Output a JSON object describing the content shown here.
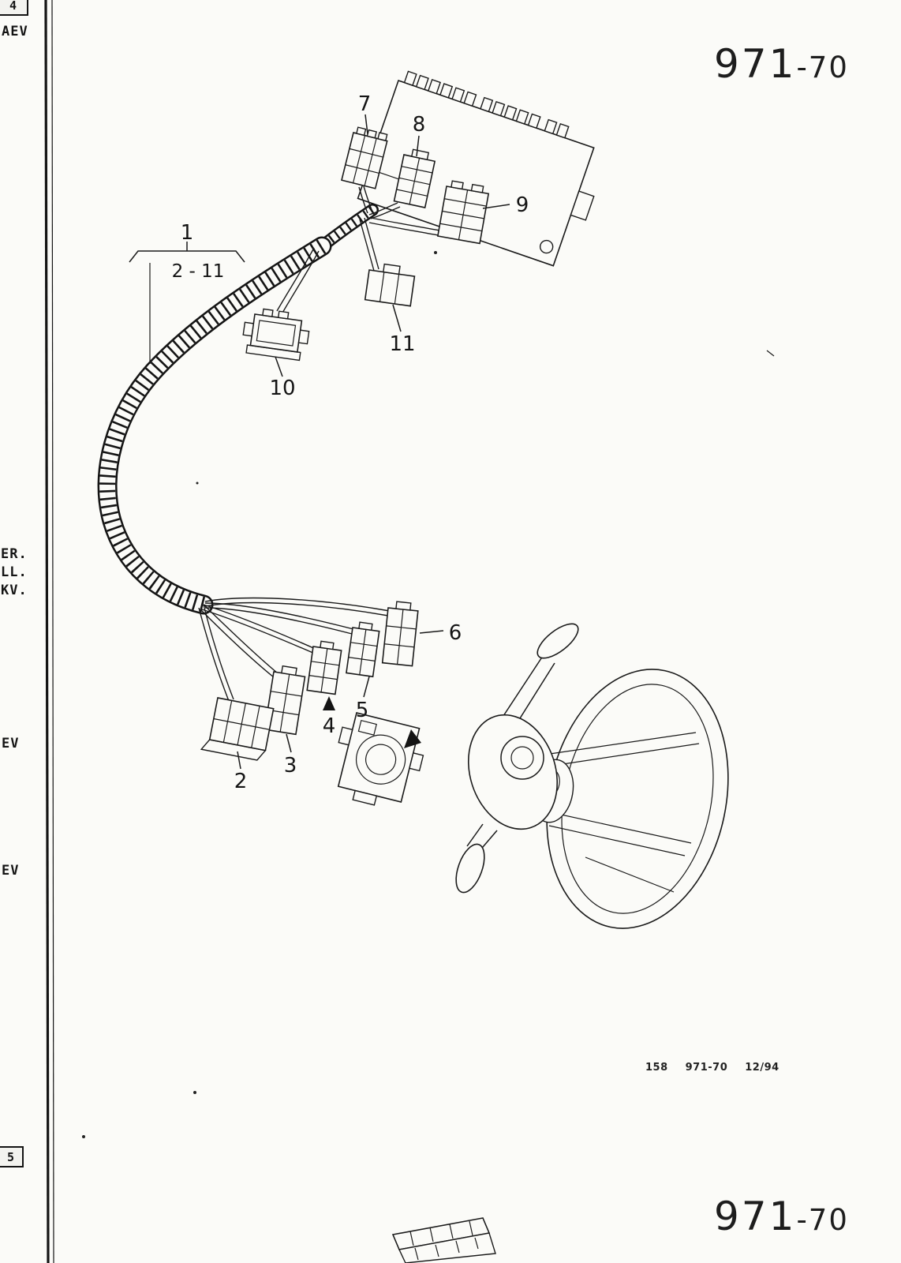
{
  "page": {
    "header": {
      "code": "971",
      "suffix": "-70"
    },
    "bottom_code": {
      "code": "971",
      "suffix": "-70"
    },
    "footer_ref": {
      "sheet": "158",
      "code": "971-70",
      "date": "12/94"
    }
  },
  "margin": {
    "top_tab": "4",
    "bottom_tab": "5",
    "label_aev": "AEV",
    "label_er": "ER.",
    "label_ll": "LL.",
    "label_kv": "KV.",
    "label_ev_upper": "EV",
    "label_ev_lower": "EV"
  },
  "diagram": {
    "group": {
      "number": "1",
      "range": "2 - 11"
    },
    "callouts": {
      "c2": "2",
      "c3": "3",
      "c4": "4",
      "c5": "5",
      "c6": "6",
      "c7": "7",
      "c8": "8",
      "c9": "9",
      "c10": "10",
      "c11": "11"
    }
  }
}
